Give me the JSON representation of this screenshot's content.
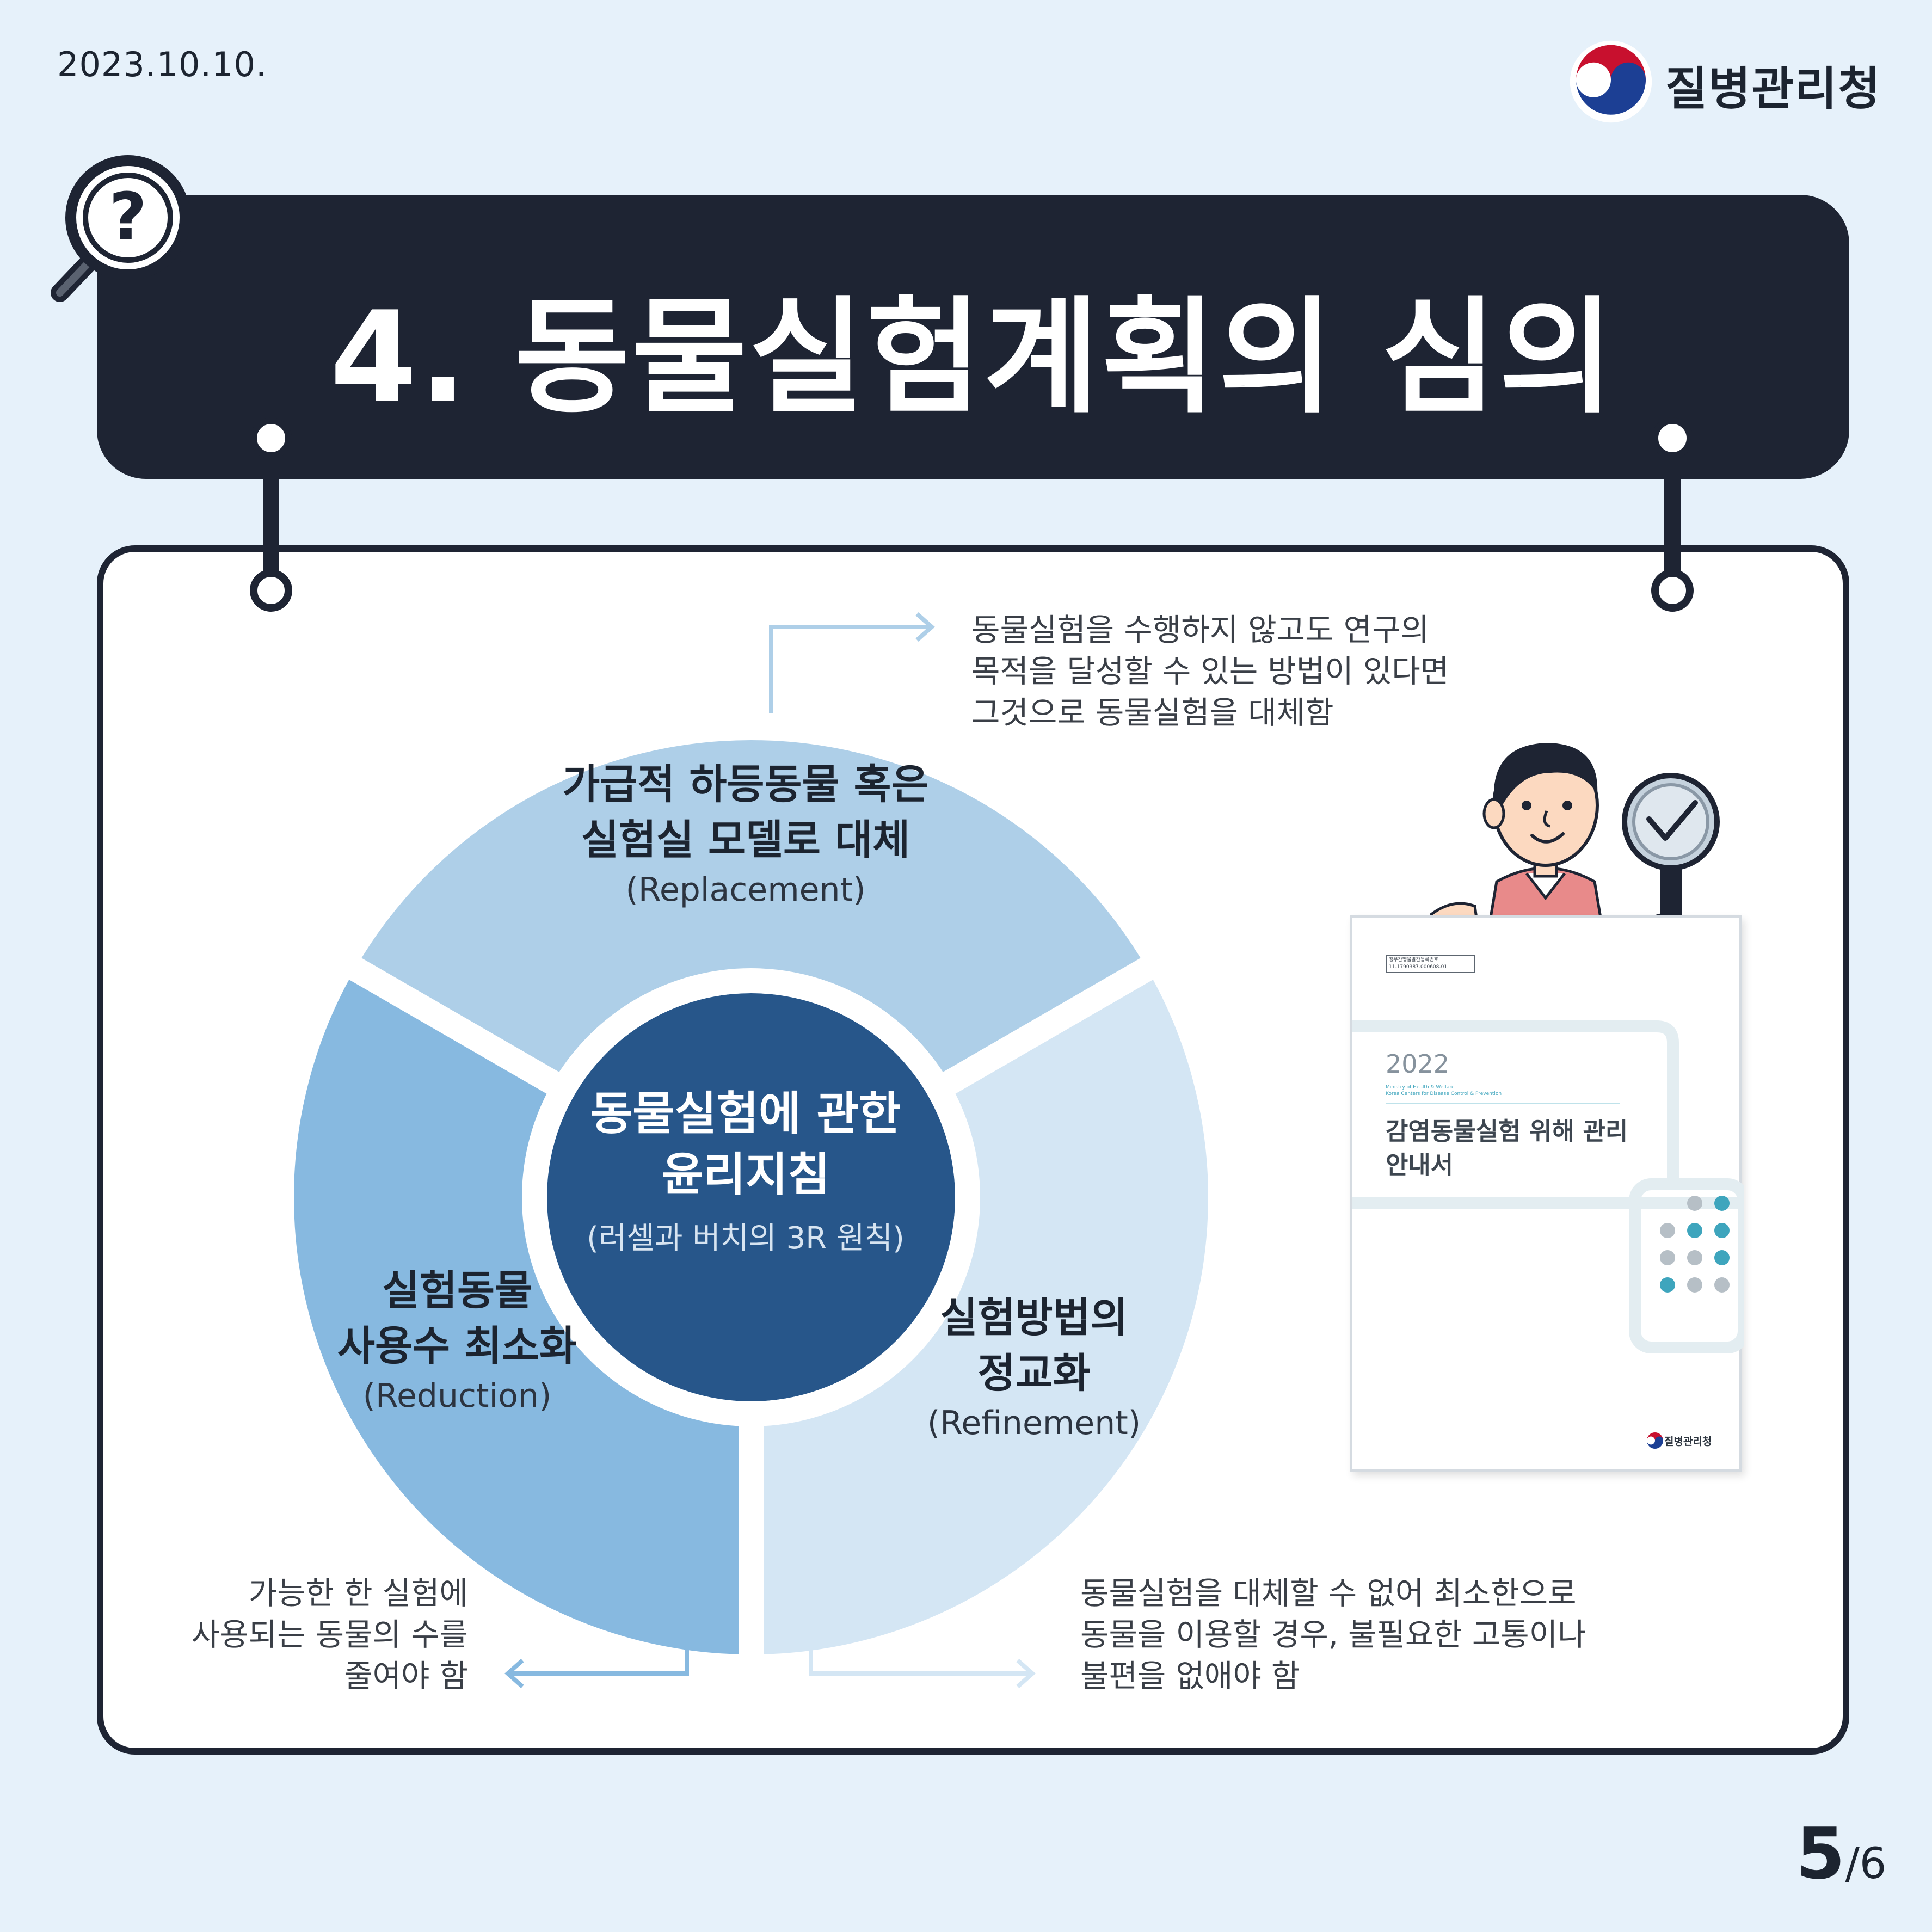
{
  "header": {
    "date": "2023.10.10.",
    "logo_text": "질병관리청"
  },
  "title": {
    "text": "4. 동물실험계획의 심의",
    "icon": "magnifier-question-icon"
  },
  "diagram": {
    "center": {
      "title_line1": "동물실험에 관한",
      "title_line2": "윤리지침",
      "subtitle": "(러셀과 버치의 3R 원칙)"
    },
    "segments": {
      "replacement": {
        "title_line1": "가급적 하등동물 혹은",
        "title_line2": "실험실 모델로 대체",
        "subtitle": "(Replacement)",
        "note_lines": [
          "동물실험을 수행하지 않고도 연구의",
          "목적을 달성할 수 있는 방법이 있다면",
          "그것으로 동물실험을 대체함"
        ]
      },
      "reduction": {
        "title_line1": "실험동물",
        "title_line2": "사용수 최소화",
        "subtitle": "(Reduction)",
        "note_lines": [
          "가능한 한 실험에",
          "사용되는 동물의 수를",
          "줄여야 함"
        ]
      },
      "refinement": {
        "title_line1": "실험방법의",
        "title_line2": "정교화",
        "subtitle": "(Refinement)",
        "note_lines": [
          "동물실험을 대체할 수 없어 최소한으로",
          "동물을 이용할 경우, 불필요한 고통이나",
          "불편을 없애야 함"
        ]
      }
    },
    "colors": {
      "replacement": "#aecfe8",
      "reduction": "#87b9e0",
      "refinement": "#d4e6f4",
      "center": "#27568a"
    }
  },
  "booklet": {
    "registration_label": "정부간행물발간등록번호",
    "registration_number": "11-1790387-000608-01",
    "year": "2022",
    "ministry_line1": "Ministry of Health & Welfare",
    "ministry_line2": "Korea Centers for Disease Control & Prevention",
    "title_line1": "감염동물실험 위해 관리",
    "title_line2": "안내서",
    "logo_text": "질병관리청"
  },
  "pagination": {
    "current": "5",
    "separator": "/",
    "total": "6"
  },
  "theme": {
    "background": "#e6f1fa",
    "navy": "#1e2433",
    "logo_red": "#c8102e",
    "logo_blue": "#1c3f94"
  }
}
